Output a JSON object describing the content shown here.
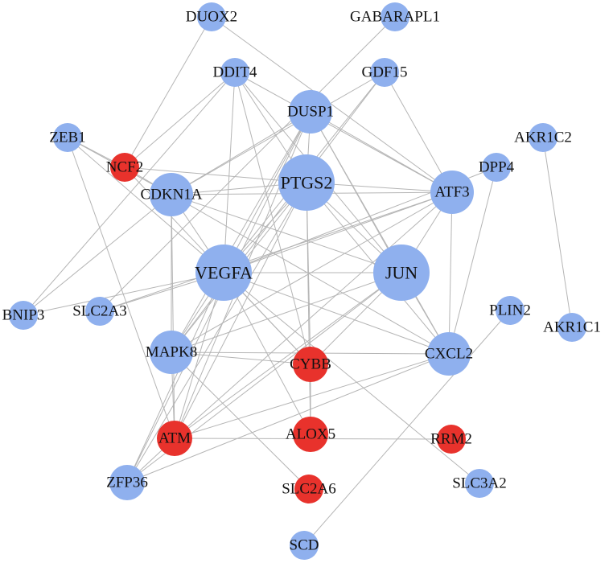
{
  "colors": {
    "up": "#8fb0ee",
    "down": "#e8322c",
    "edge": "#b5b5b5"
  },
  "nodes": [
    {
      "id": "DUOX2",
      "label": "DUOX2",
      "type": "up",
      "degree": "low"
    },
    {
      "id": "GABARAPL1",
      "label": "GABARAPL1",
      "type": "up",
      "degree": "low"
    },
    {
      "id": "DDIT4",
      "label": "DDIT4",
      "type": "up",
      "degree": "low"
    },
    {
      "id": "GDF15",
      "label": "GDF15",
      "type": "up",
      "degree": "low"
    },
    {
      "id": "DUSP1",
      "label": "DUSP1",
      "type": "up",
      "degree": "high"
    },
    {
      "id": "ZEB1",
      "label": "ZEB1",
      "type": "up",
      "degree": "low"
    },
    {
      "id": "NCF2",
      "label": "NCF2",
      "type": "down",
      "degree": "low"
    },
    {
      "id": "AKR1C2",
      "label": "AKR1C2",
      "type": "up",
      "degree": "low"
    },
    {
      "id": "DPP4",
      "label": "DPP4",
      "type": "up",
      "degree": "low"
    },
    {
      "id": "CDKN1A",
      "label": "CDKN1A",
      "type": "up",
      "degree": "high"
    },
    {
      "id": "PTGS2",
      "label": "PTGS2",
      "type": "up",
      "degree": "top"
    },
    {
      "id": "ATF3",
      "label": "ATF3",
      "type": "up",
      "degree": "high"
    },
    {
      "id": "VEGFA",
      "label": "VEGFA",
      "type": "up",
      "degree": "top"
    },
    {
      "id": "JUN",
      "label": "JUN",
      "type": "up",
      "degree": "top"
    },
    {
      "id": "BNIP3",
      "label": "BNIP3",
      "type": "up",
      "degree": "low"
    },
    {
      "id": "SLC2A3",
      "label": "SLC2A3",
      "type": "up",
      "degree": "low"
    },
    {
      "id": "PLIN2",
      "label": "PLIN2",
      "type": "up",
      "degree": "low"
    },
    {
      "id": "AKR1C1",
      "label": "AKR1C1",
      "type": "up",
      "degree": "low"
    },
    {
      "id": "MAPK8",
      "label": "MAPK8",
      "type": "up",
      "degree": "high"
    },
    {
      "id": "CYBB",
      "label": "CYBB",
      "type": "down",
      "degree": "mid"
    },
    {
      "id": "CXCL2",
      "label": "CXCL2",
      "type": "up",
      "degree": "high"
    },
    {
      "id": "ATM",
      "label": "ATM",
      "type": "down",
      "degree": "mid"
    },
    {
      "id": "ALOX5",
      "label": "ALOX5",
      "type": "down",
      "degree": "mid"
    },
    {
      "id": "RRM2",
      "label": "RRM2",
      "type": "down",
      "degree": "low"
    },
    {
      "id": "ZFP36",
      "label": "ZFP36",
      "type": "up",
      "degree": "mid"
    },
    {
      "id": "SLC2A6",
      "label": "SLC2A6",
      "type": "down",
      "degree": "low"
    },
    {
      "id": "SLC3A2",
      "label": "SLC3A2",
      "type": "up",
      "degree": "low"
    },
    {
      "id": "SCD",
      "label": "SCD",
      "type": "up",
      "degree": "low"
    }
  ],
  "edges": [
    [
      "DUOX2",
      "ATF3"
    ],
    [
      "DUOX2",
      "NCF2"
    ],
    [
      "GABARAPL1",
      "SLC2A3"
    ],
    [
      "DDIT4",
      "NCF2"
    ],
    [
      "DDIT4",
      "VEGFA"
    ],
    [
      "DDIT4",
      "PTGS2"
    ],
    [
      "DDIT4",
      "JUN"
    ],
    [
      "DDIT4",
      "ATF3"
    ],
    [
      "DDIT4",
      "CYBB"
    ],
    [
      "DDIT4",
      "BNIP3"
    ],
    [
      "GDF15",
      "ATF3"
    ],
    [
      "GDF15",
      "VEGFA"
    ],
    [
      "GDF15",
      "CDKN1A"
    ],
    [
      "GDF15",
      "MAPK8"
    ],
    [
      "DUSP1",
      "VEGFA"
    ],
    [
      "DUSP1",
      "ATF3"
    ],
    [
      "DUSP1",
      "JUN"
    ],
    [
      "DUSP1",
      "CDKN1A"
    ],
    [
      "DUSP1",
      "MAPK8"
    ],
    [
      "DUSP1",
      "ATM"
    ],
    [
      "DUSP1",
      "ZFP36"
    ],
    [
      "DUSP1",
      "CXCL2"
    ],
    [
      "DUSP1",
      "PTGS2"
    ],
    [
      "ZEB1",
      "NCF2"
    ],
    [
      "ZEB1",
      "CDKN1A"
    ],
    [
      "ZEB1",
      "VEGFA"
    ],
    [
      "ZEB1",
      "ATM"
    ],
    [
      "NCF2",
      "CDKN1A"
    ],
    [
      "NCF2",
      "CYBB"
    ],
    [
      "NCF2",
      "PTGS2"
    ],
    [
      "AKR1C2",
      "AKR1C1"
    ],
    [
      "DPP4",
      "CXCL2"
    ],
    [
      "DPP4",
      "VEGFA"
    ],
    [
      "CDKN1A",
      "PTGS2"
    ],
    [
      "CDKN1A",
      "ATF3"
    ],
    [
      "CDKN1A",
      "VEGFA"
    ],
    [
      "CDKN1A",
      "JUN"
    ],
    [
      "CDKN1A",
      "MAPK8"
    ],
    [
      "CDKN1A",
      "ATM"
    ],
    [
      "CDKN1A",
      "CXCL2"
    ],
    [
      "CDKN1A",
      "BNIP3"
    ],
    [
      "PTGS2",
      "ATF3"
    ],
    [
      "PTGS2",
      "VEGFA"
    ],
    [
      "PTGS2",
      "JUN"
    ],
    [
      "PTGS2",
      "CYBB"
    ],
    [
      "PTGS2",
      "CXCL2"
    ],
    [
      "PTGS2",
      "MAPK8"
    ],
    [
      "PTGS2",
      "ATM"
    ],
    [
      "PTGS2",
      "ALOX5"
    ],
    [
      "PTGS2",
      "ZFP36"
    ],
    [
      "ATF3",
      "VEGFA"
    ],
    [
      "ATF3",
      "JUN"
    ],
    [
      "ATF3",
      "CXCL2"
    ],
    [
      "ATF3",
      "MAPK8"
    ],
    [
      "ATF3",
      "ATM"
    ],
    [
      "ATF3",
      "SLC2A3"
    ],
    [
      "VEGFA",
      "JUN"
    ],
    [
      "VEGFA",
      "MAPK8"
    ],
    [
      "VEGFA",
      "CYBB"
    ],
    [
      "VEGFA",
      "CXCL2"
    ],
    [
      "VEGFA",
      "ALOX5"
    ],
    [
      "VEGFA",
      "ATM"
    ],
    [
      "VEGFA",
      "ZFP36"
    ],
    [
      "VEGFA",
      "SLC2A3"
    ],
    [
      "VEGFA",
      "BNIP3"
    ],
    [
      "VEGFA",
      "SLC3A2"
    ],
    [
      "JUN",
      "MAPK8"
    ],
    [
      "JUN",
      "CXCL2"
    ],
    [
      "JUN",
      "ATM"
    ],
    [
      "JUN",
      "ZFP36"
    ],
    [
      "JUN",
      "CYBB"
    ],
    [
      "MAPK8",
      "CYBB"
    ],
    [
      "MAPK8",
      "ATM"
    ],
    [
      "MAPK8",
      "SLC2A6"
    ],
    [
      "MAPK8",
      "CXCL2"
    ],
    [
      "CYBB",
      "ALOX5"
    ],
    [
      "CXCL2",
      "ATM"
    ],
    [
      "CXCL2",
      "ZFP36"
    ],
    [
      "ATM",
      "RRM2"
    ],
    [
      "ATM",
      "ZFP36"
    ],
    [
      "PLIN2",
      "SCD"
    ]
  ]
}
